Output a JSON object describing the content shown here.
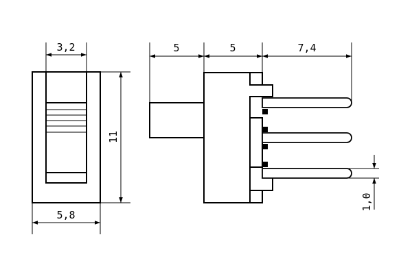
{
  "dimensions": {
    "top_width": "3,2",
    "body_width": "5,8",
    "height": "11",
    "actuator_length": "5",
    "body_length": "5",
    "pin_length": "7,4",
    "pin_pitch": "1,0"
  }
}
